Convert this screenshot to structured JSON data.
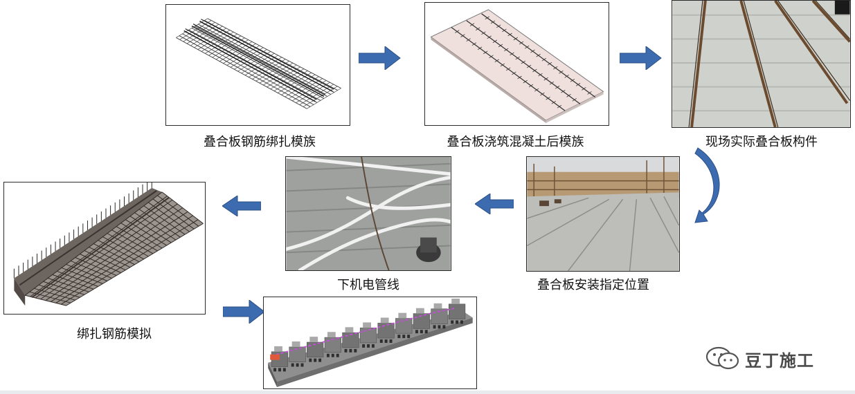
{
  "captions": {
    "step1": "叠合板钢筋绑扎模族",
    "step2": "叠合板浇筑混凝土后模族",
    "step3": "现场实际叠合板构件",
    "step4": "叠合板安装指定位置",
    "step5": "下机电管线",
    "step6": "绑扎钢筋模拟"
  },
  "watermark": {
    "text": "豆丁施工",
    "icon": "wechat-icon"
  },
  "colors": {
    "arrow": "#3d6bb0",
    "slab_fill": "#f1e3e0",
    "concrete": "#c9c9c6",
    "building_accent": "#c14fd6"
  }
}
